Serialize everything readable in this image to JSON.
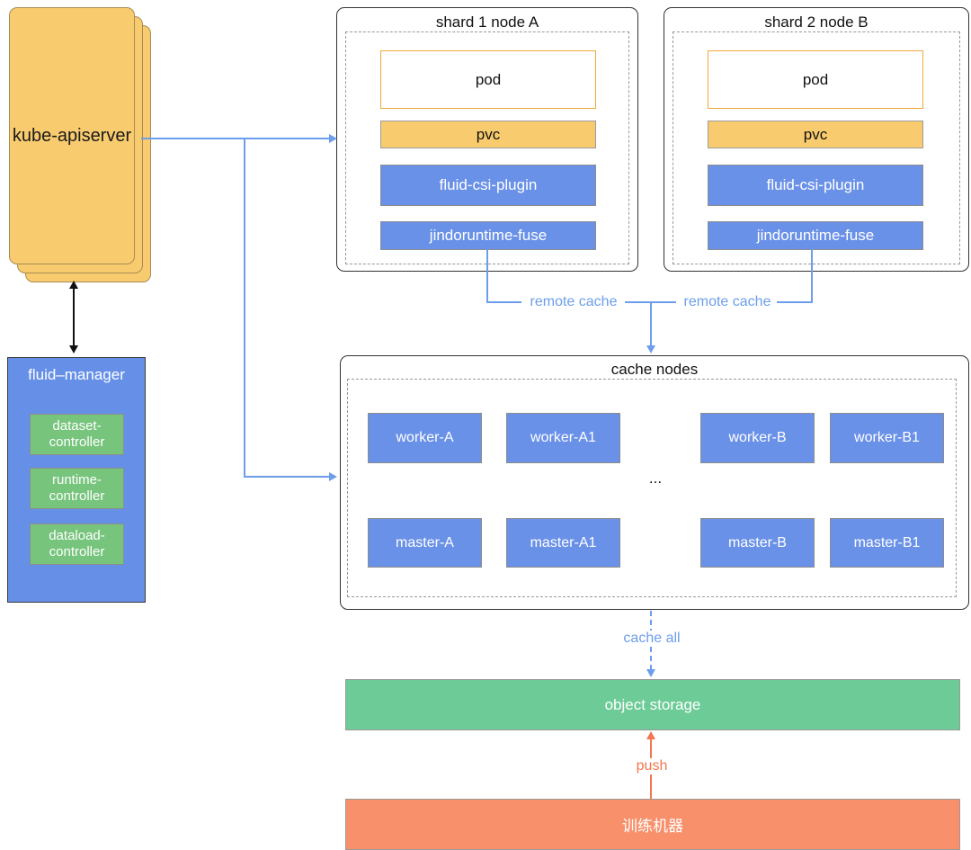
{
  "kube": {
    "label": "kube-apiserver"
  },
  "fluid_manager": {
    "title": "fluid–manager",
    "controllers": [
      {
        "label": "dataset-\ncontroller"
      },
      {
        "label": "runtime-\ncontroller"
      },
      {
        "label": "dataload-\ncontroller"
      }
    ]
  },
  "shards": [
    {
      "title": "shard 1 node A",
      "pod": "pod",
      "pvc": "pvc",
      "csi": "fluid-csi-plugin",
      "fuse": "jindoruntime-fuse"
    },
    {
      "title": "shard 2 node B",
      "pod": "pod",
      "pvc": "pvc",
      "csi": "fluid-csi-plugin",
      "fuse": "jindoruntime-fuse"
    }
  ],
  "cache_nodes": {
    "title": "cache nodes",
    "ellipsis": "...",
    "workers": [
      {
        "label": "worker-A"
      },
      {
        "label": "worker-A1"
      },
      {
        "label": "worker-B"
      },
      {
        "label": "worker-B1"
      }
    ],
    "masters": [
      {
        "label": "master-A"
      },
      {
        "label": "master-A1"
      },
      {
        "label": "master-B"
      },
      {
        "label": "master-B1"
      }
    ]
  },
  "connectors": {
    "remote_cache_left": "remote cache",
    "remote_cache_right": "remote cache",
    "cache_all": "cache all",
    "push": "push"
  },
  "object_storage": {
    "label": "object storage"
  },
  "training": {
    "label": "训练机器"
  },
  "colors": {
    "orange_fill": "#F8CB6E",
    "blue_fill": "#6A91E8",
    "manager_blue": "#6690E8",
    "green_controller": "#77C47D",
    "storage_green": "#6CCB96",
    "train_orange": "#F8906C",
    "line_blue": "#6D9EEB",
    "push_orange": "#F2764F",
    "pod_border_orange": "#F2A73B"
  }
}
